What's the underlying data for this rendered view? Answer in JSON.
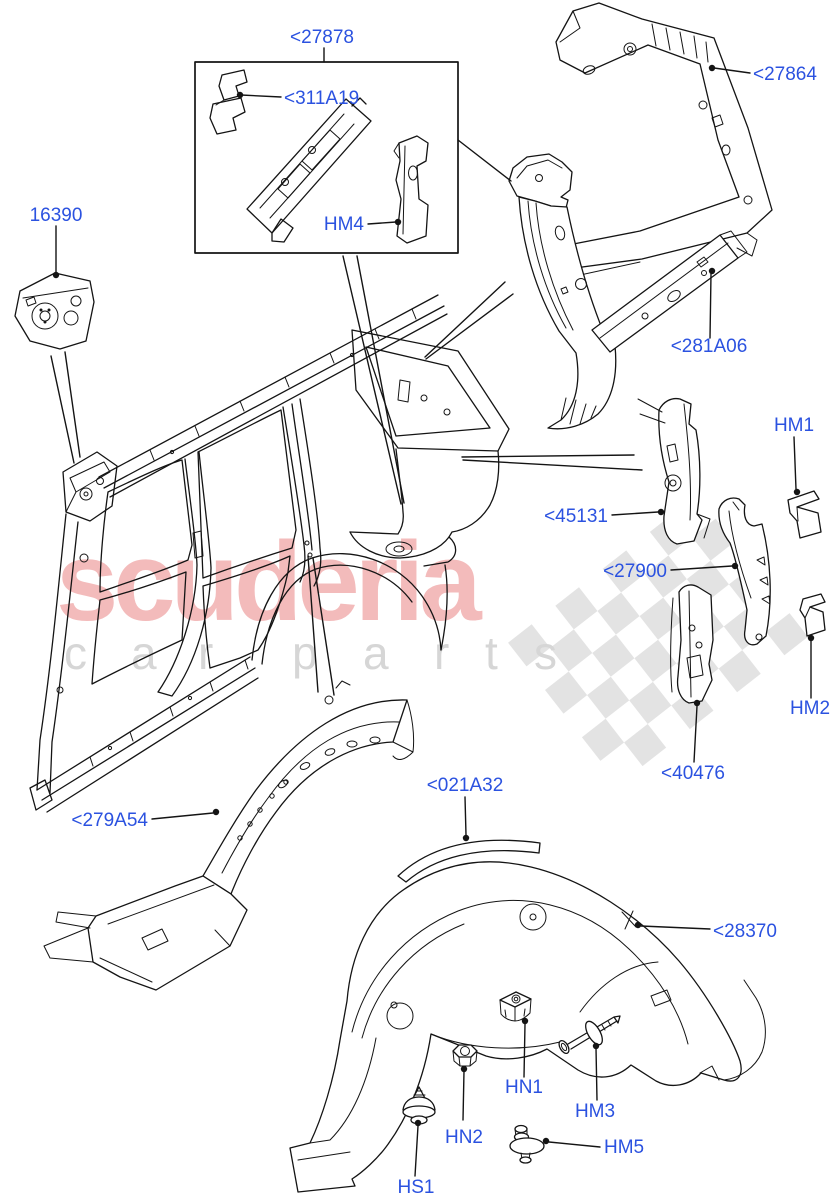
{
  "colors": {
    "label": "#2b52e0",
    "line": "#141414",
    "brand": "#f3bbbb",
    "tagline": "#d6d6d6",
    "checker": "#e3e3e3",
    "background": "#ffffff"
  },
  "watermark": {
    "brand": "scuderia",
    "tagline": "car parts"
  },
  "callouts": {
    "p27878": "<27878",
    "p311A19": "<311A19",
    "hm4": "HM4",
    "p16390": "16390",
    "p27864": "<27864",
    "p281A06": "<281A06",
    "hm1": "HM1",
    "p45131": "<45131",
    "p27900": "<27900",
    "hm2": "HM2",
    "p40476": "<40476",
    "p279A54": "<279A54",
    "p021A32": "<021A32",
    "p28370": "<28370",
    "hn1": "HN1",
    "hn2": "HN2",
    "hm3": "HM3",
    "hm5": "HM5",
    "hs1": "HS1"
  }
}
